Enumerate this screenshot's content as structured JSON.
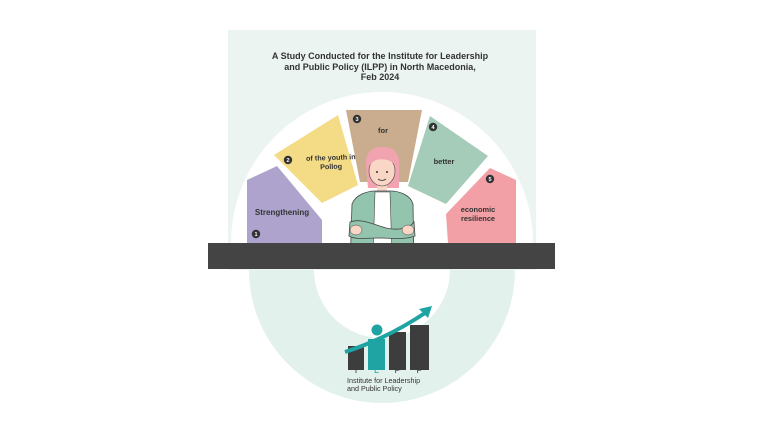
{
  "title": "A Study Conducted for the Institute for Leadership\nand Public Policy (ILPP) in North Macedonia,\nFeb 2024",
  "segments": [
    {
      "number": "1",
      "label": "Strengthening",
      "color": "#ada3cc"
    },
    {
      "number": "2",
      "label": "of the youth in Pollog",
      "color": "#f4dc86"
    },
    {
      "number": "3",
      "label": "for",
      "color": "#c9ad8e"
    },
    {
      "number": "4",
      "label": "better",
      "color": "#a5ccb8"
    },
    {
      "number": "5",
      "label": "economic resilience",
      "color": "#f2a0a5"
    }
  ],
  "logo": {
    "letters": [
      "I",
      "L",
      "P",
      "P"
    ],
    "caption": "Institute for Leadership\nand Public Policy",
    "accent": "#1fa3a3",
    "bar_color": "#3d3d3d"
  },
  "colors": {
    "panel": "#ebf4f1",
    "ring": "#e3f1ec",
    "desk": "#444444",
    "badge": "#333333"
  }
}
